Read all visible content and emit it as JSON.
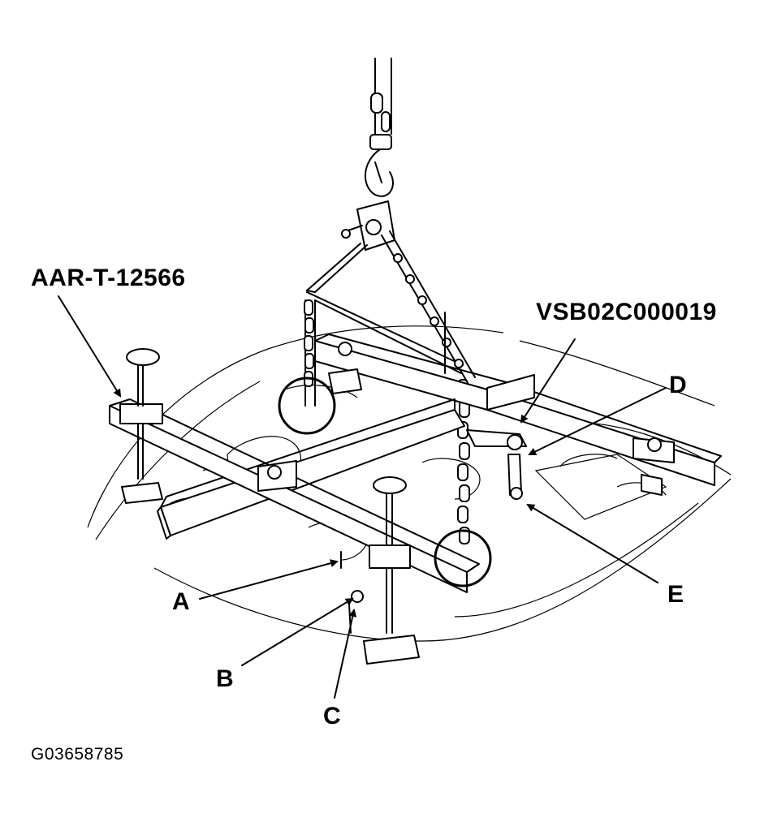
{
  "labels": {
    "tool_1": "AAR-T-12566",
    "tool_2": "VSB02C000019",
    "a": "A",
    "b": "B",
    "c": "C",
    "d": "D",
    "e": "E"
  },
  "figure_id": "G03658785"
}
